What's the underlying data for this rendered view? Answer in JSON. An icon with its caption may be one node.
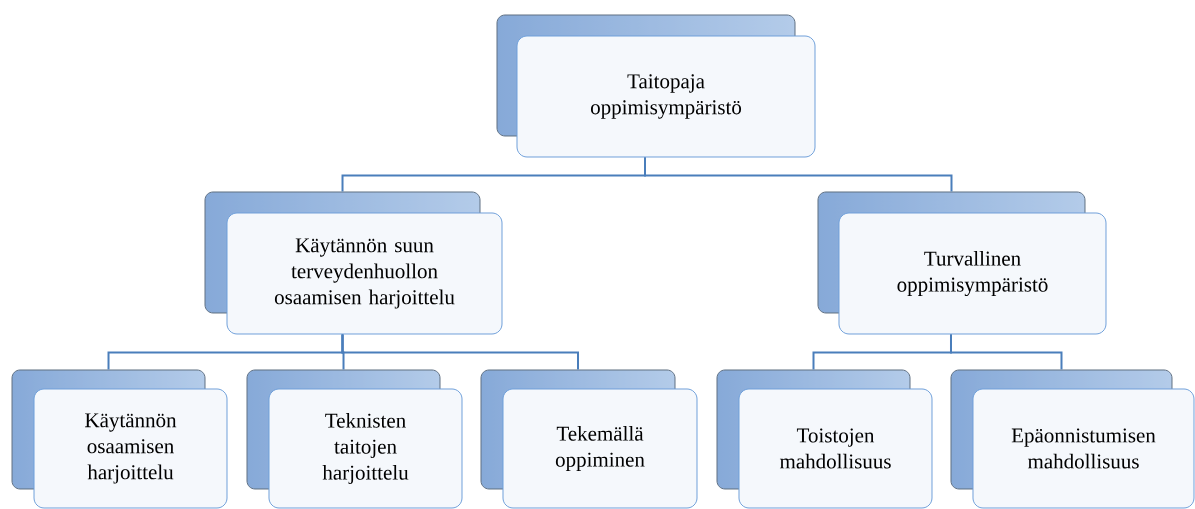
{
  "diagram": {
    "nodes": [
      {
        "text": [
          "Taitopaja oppimisympäristö"
        ]
      },
      {
        "text": [
          "Käytännön suun terveydenhuollon osaamisen harjoittelu"
        ]
      },
      {
        "text": [
          "Turvallinen oppimisympäristö"
        ]
      },
      {
        "text": [
          "Käytännön osaamisen harjoittelu"
        ]
      },
      {
        "text": [
          "Teknisten taitojen harjoittelu"
        ]
      },
      {
        "text": [
          "Tekemällä oppiminen"
        ]
      },
      {
        "text": [
          "Toistojen mahdollisuus"
        ]
      },
      {
        "text": [
          "Epäonnistumisen mahdollisuus"
        ]
      }
    ],
    "edges": [
      {
        "from": 0,
        "to": 1,
        "arrow": "none"
      },
      {
        "from": 0,
        "to": 2,
        "arrow": "none"
      },
      {
        "from": 1,
        "to": 3,
        "arrow": "none"
      },
      {
        "from": 1,
        "to": 4,
        "arrow": "none"
      },
      {
        "from": 1,
        "to": 5,
        "arrow": "none"
      },
      {
        "from": 2,
        "to": 6,
        "arrow": "none"
      },
      {
        "from": 2,
        "to": 7,
        "arrow": "none"
      }
    ]
  }
}
